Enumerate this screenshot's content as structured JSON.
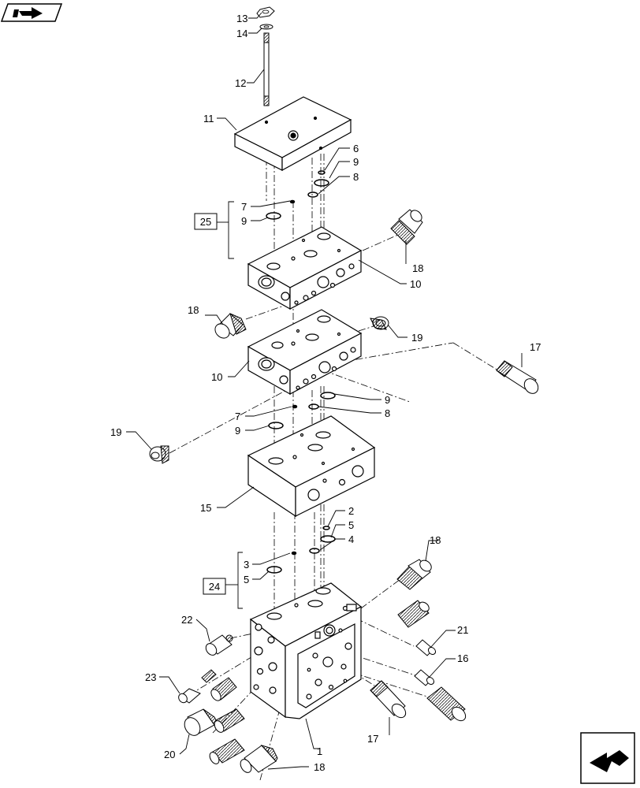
{
  "callouts": {
    "c1": "1",
    "c2": "2",
    "c3": "3",
    "c4": "4",
    "c5a": "5",
    "c5b": "5",
    "c6": "6",
    "c7a": "7",
    "c7b": "7",
    "c8a": "8",
    "c8b": "8",
    "c9a": "9",
    "c9b": "9",
    "c9c": "9",
    "c9d": "9",
    "c10a": "10",
    "c10b": "10",
    "c11": "11",
    "c12": "12",
    "c13": "13",
    "c14": "14",
    "c15": "15",
    "c16": "16",
    "c17a": "17",
    "c17b": "17",
    "c18a": "18",
    "c18b": "18",
    "c18c": "18",
    "c18d": "18",
    "c19a": "19",
    "c19b": "19",
    "c20": "20",
    "c21": "21",
    "c22": "22",
    "c23": "23"
  },
  "groups": {
    "g24": "24",
    "g25": "25"
  },
  "icons": {
    "top_nav": "book-arrow-icon",
    "bottom_nav": "next-arrow-icon"
  }
}
